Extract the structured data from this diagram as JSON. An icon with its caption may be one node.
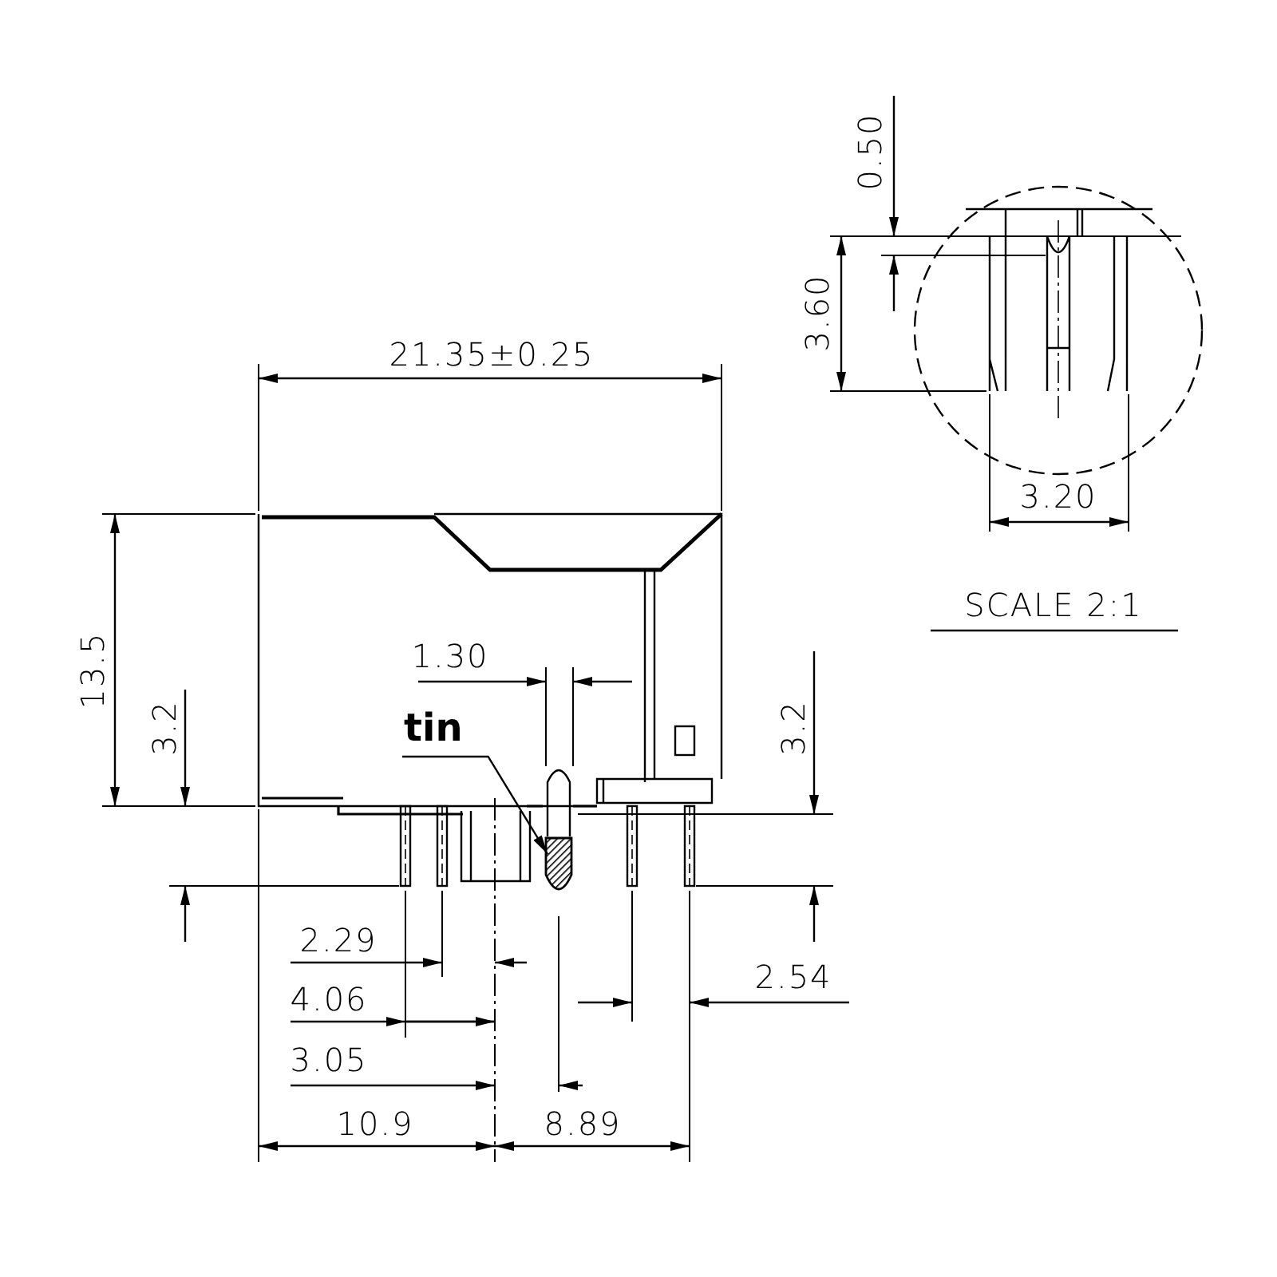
{
  "diagram": {
    "nodes": [
      {
        "text": [
          "tin"
        ]
      },
      {
        "text": [],
        "shape": "box"
      }
    ],
    "edges": [
      {
        "from": 0,
        "to": 1,
        "arrow": "to"
      }
    ],
    "labels": [
      "0.50",
      "3.60",
      "21.35±0.25",
      "3.20",
      "SCALE 2:1",
      "13.5",
      "1.30",
      "3.2",
      "3.2",
      "2.29",
      "2.54",
      "4.06",
      "3.05",
      "10.9",
      "8.89"
    ]
  }
}
